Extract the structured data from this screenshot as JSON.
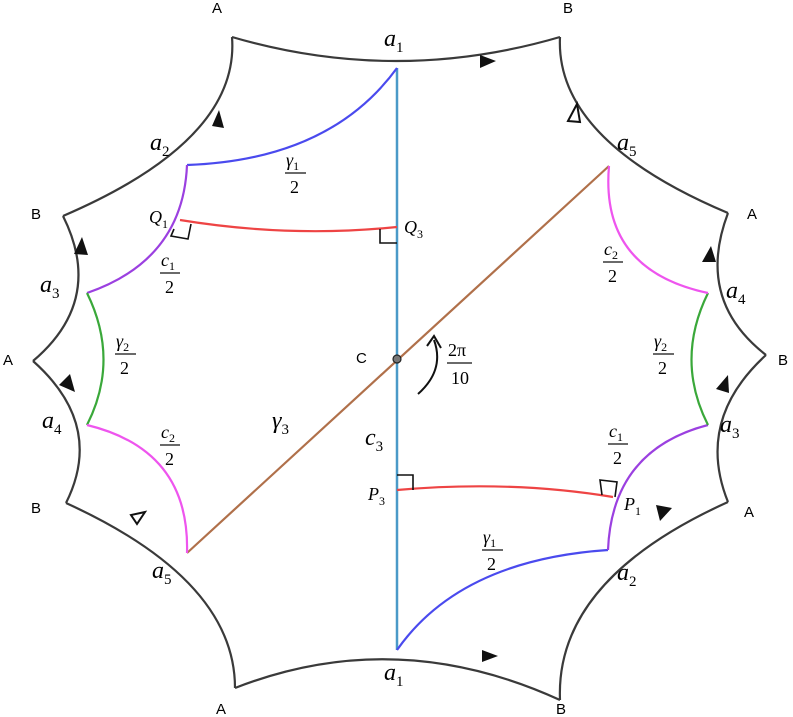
{
  "colors": {
    "boundary": "#3a3a3a",
    "gamma1": "#4a4aee",
    "c1": "#9b40e0",
    "gamma2": "#3aa83a",
    "c2": "#ee55ee",
    "perp": "#ee4444",
    "gamma3": "#b0704a",
    "axis": "#4a9ac8"
  },
  "vertex_labels": {
    "top_left": "A",
    "top_right": "B",
    "left_upper": "B",
    "left_middle": "A",
    "left_lower": "B",
    "right_upper": "A",
    "right_middle": "B",
    "right_lower": "A",
    "bottom_left": "A",
    "bottom_right": "B"
  },
  "center_label": "C",
  "edge_labels": {
    "a1_top": {
      "base": "a",
      "sub": "1"
    },
    "a2_left": {
      "base": "a",
      "sub": "2"
    },
    "a3_left": {
      "base": "a",
      "sub": "3"
    },
    "a4_left": {
      "base": "a",
      "sub": "4"
    },
    "a5_left": {
      "base": "a",
      "sub": "5"
    },
    "a5_right": {
      "base": "a",
      "sub": "5"
    },
    "a4_right": {
      "base": "a",
      "sub": "4"
    },
    "a3_right": {
      "base": "a",
      "sub": "3"
    },
    "a2_right": {
      "base": "a",
      "sub": "2"
    },
    "a1_bottom": {
      "base": "a",
      "sub": "1"
    }
  },
  "point_labels": {
    "Q1": {
      "base": "Q",
      "sub": "1"
    },
    "Q3": {
      "base": "Q",
      "sub": "3"
    },
    "P1": {
      "base": "P",
      "sub": "1"
    },
    "P3": {
      "base": "P",
      "sub": "3"
    }
  },
  "fraction_labels": {
    "gamma1_top": {
      "num": "γ",
      "num_sub": "1",
      "den": "2"
    },
    "c1_left": {
      "num": "c",
      "num_sub": "1",
      "den": "2"
    },
    "gamma2_left": {
      "num": "γ",
      "num_sub": "2",
      "den": "2"
    },
    "c2_left": {
      "num": "c",
      "num_sub": "2",
      "den": "2"
    },
    "c2_right": {
      "num": "c",
      "num_sub": "2",
      "den": "2"
    },
    "gamma2_right": {
      "num": "γ",
      "num_sub": "2",
      "den": "2"
    },
    "c1_right": {
      "num": "c",
      "num_sub": "1",
      "den": "2"
    },
    "gamma1_bottom": {
      "num": "γ",
      "num_sub": "1",
      "den": "2"
    },
    "angle": {
      "num": "2π",
      "num_sub": "",
      "den": "10"
    }
  },
  "segment_labels": {
    "gamma3": {
      "base": "γ",
      "sub": "3"
    },
    "c3": {
      "base": "c",
      "sub": "3"
    }
  }
}
